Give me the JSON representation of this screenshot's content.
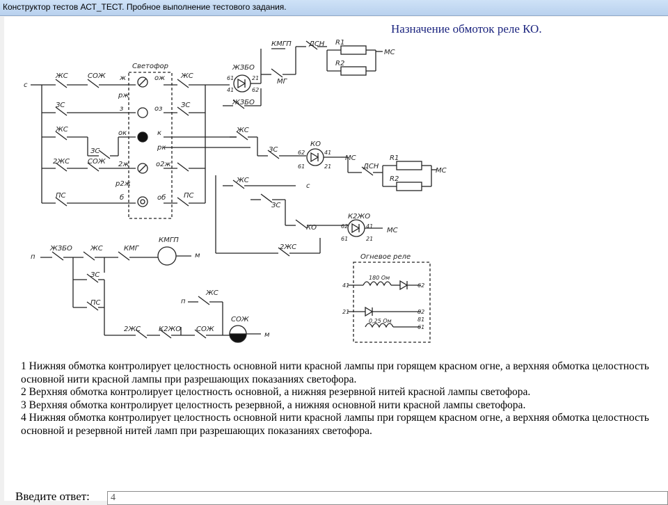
{
  "window": {
    "title": "Конструктор тестов АСТ_ТЕСТ. Пробное выполнение тестового задания."
  },
  "question": {
    "heading": "Назначение обмоток реле КО."
  },
  "schematic": {
    "labels": {
      "c": "с",
      "zhs1": "ЖС",
      "sozh1": "СОЖ",
      "svetofor": "Светофор",
      "zh": "ж",
      "ozh": "ож",
      "zhs2": "ЖС",
      "rzh1": "рж",
      "zs1": "ЗС",
      "z": "з",
      "oz": "оз",
      "zs2": "ЗС",
      "zhs3": "ЖС",
      "ok": "ок",
      "k": "к",
      "zs3": "ЗС",
      "rk": "рк",
      "zhs2a": "2ЖС",
      "sozh2": "СОЖ",
      "zh2": "2ж",
      "ozh2": "о2ж",
      "rzh2": "р2ж",
      "ps1": "ПС",
      "b": "б",
      "ob": "об",
      "ps2": "ПС",
      "zhzbo1": "ЖЗБО",
      "n61a": "61",
      "n21a": "21",
      "n41a": "41",
      "n62a": "62",
      "mg": "МГ",
      "zhzbo2": "ЖЗБО",
      "kmgp1": "КМГП",
      "dsn1": "ДСН",
      "r1a": "R1",
      "r2a": "R2",
      "ms1": "МС",
      "zhs4": "ЖС",
      "zs4": "ЗС",
      "ko1": "КО",
      "n62b": "62",
      "n41b": "41",
      "n61b": "61",
      "n21b": "21",
      "ms2": "МС",
      "dsn2": "ДСН",
      "r1b": "R1",
      "r2b": "R2",
      "ms3": "МС",
      "zhs5": "ЖС",
      "c2": "с",
      "zs5": "ЗС",
      "ko2": "КО",
      "k2zho1": "К2ЖО",
      "n62c": "62",
      "n41c": "41",
      "n61c": "61",
      "n21c": "21",
      "ms4": "МС",
      "zhs2b": "2ЖС",
      "p1": "п",
      "zhzbo3": "ЖЗБО",
      "zhs6": "ЖС",
      "kmg": "КМГ",
      "kmgp2": "КМГП",
      "m1": "м",
      "zs6": "ЗС",
      "ps3": "ПС",
      "p2": "п",
      "zhs7": "ЖС",
      "zhs2c": "2ЖС",
      "k2zho2": "К2ЖО",
      "sozh3": "СОЖ",
      "sozh4": "СОЖ",
      "m2": "м",
      "ognevoe": "Огневое реле",
      "ohm180": "180 Ом",
      "ohm025": "0,25 Ом",
      "o41": "41",
      "o62": "62",
      "o21": "21",
      "o82": "82",
      "o81": "81",
      "o61": "61"
    }
  },
  "options": [
    "1 Нижняя обмотка контролирует целостность основной нити красной лампы при горящем красном огне, а верхняя обмотка целостность основной нити красной лампы при разрешающих показаниях светофора.",
    "2 Верхняя обмотка контролирует целостность основной, а нижняя резервной нитей красной лампы светофора.",
    "3 Верхняя обмотка контролирует целостность резервной, а нижняя основной нити красной лампы светофора.",
    "4 Нижняя обмотка контролирует целостность основной нити красной лампы при горящем красном огне, а верхняя обмотка целостность основной и резервной нитей ламп при разрешающих показаниях светофора."
  ],
  "answer": {
    "label": "Введите ответ:",
    "value": "4"
  }
}
